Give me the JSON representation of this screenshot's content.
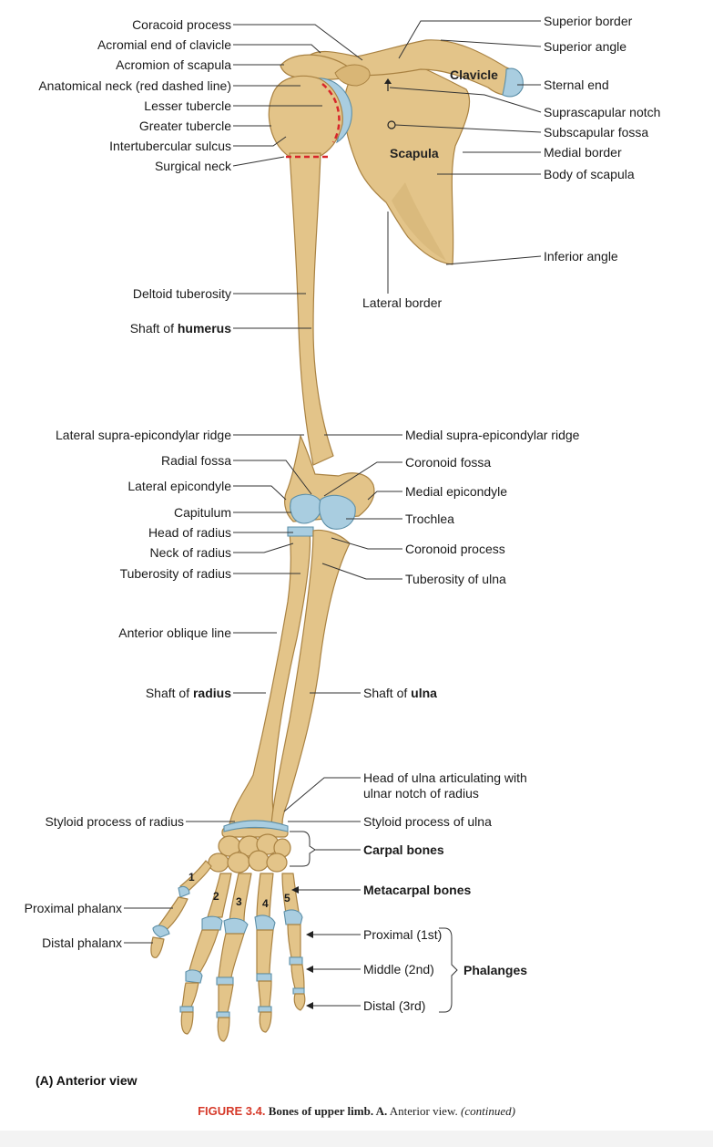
{
  "bone_titles": {
    "clavicle": "Clavicle",
    "scapula": "Scapula"
  },
  "left_labels": [
    {
      "id": "coracoid",
      "text": "Coracoid process"
    },
    {
      "id": "acromial-end",
      "text": "Acromial end of clavicle"
    },
    {
      "id": "acromion",
      "text": "Acromion of scapula"
    },
    {
      "id": "anat-neck",
      "text": "Anatomical neck (red dashed line)"
    },
    {
      "id": "lesser-tub",
      "text": "Lesser tubercle"
    },
    {
      "id": "greater-tub",
      "text": "Greater tubercle"
    },
    {
      "id": "intertub",
      "text": "Intertubercular sulcus"
    },
    {
      "id": "surg-neck",
      "text": "Surgical neck"
    },
    {
      "id": "deltoid",
      "text": "Deltoid tuberosity"
    },
    {
      "id": "lat-supra",
      "text": "Lateral supra-epicondylar ridge"
    },
    {
      "id": "radial-fossa",
      "text": "Radial fossa"
    },
    {
      "id": "lat-epi",
      "text": "Lateral epicondyle"
    },
    {
      "id": "capitulum",
      "text": "Capitulum"
    },
    {
      "id": "head-radius",
      "text": "Head of radius"
    },
    {
      "id": "neck-radius",
      "text": "Neck of radius"
    },
    {
      "id": "tub-radius",
      "text": "Tuberosity of radius"
    },
    {
      "id": "ant-oblique",
      "text": "Anterior oblique line"
    },
    {
      "id": "styloid-radius",
      "text": "Styloid process of radius"
    },
    {
      "id": "prox-phalanx",
      "text": "Proximal phalanx"
    },
    {
      "id": "dist-phalanx",
      "text": "Distal phalanx"
    }
  ],
  "shaft_humerus": {
    "prefix": "Shaft of ",
    "bold": "humerus"
  },
  "shaft_radius": {
    "prefix": "Shaft of ",
    "bold": "radius"
  },
  "shaft_ulna": {
    "prefix": "Shaft of ",
    "bold": "ulna"
  },
  "right_labels": [
    {
      "id": "sup-border",
      "text": "Superior border"
    },
    {
      "id": "sup-angle",
      "text": "Superior angle"
    },
    {
      "id": "sternal-end",
      "text": "Sternal end"
    },
    {
      "id": "suprascap",
      "text": "Suprascapular notch"
    },
    {
      "id": "subscap",
      "text": "Subscapular fossa"
    },
    {
      "id": "medial-border",
      "text": "Medial border"
    },
    {
      "id": "body-scap",
      "text": "Body of scapula"
    },
    {
      "id": "inf-angle",
      "text": "Inferior angle"
    },
    {
      "id": "lat-border",
      "text": "Lateral border"
    },
    {
      "id": "med-supra",
      "text": "Medial supra-epicondylar ridge"
    },
    {
      "id": "coronoid-fossa",
      "text": "Coronoid fossa"
    },
    {
      "id": "med-epi",
      "text": "Medial epicondyle"
    },
    {
      "id": "trochlea",
      "text": "Trochlea"
    },
    {
      "id": "coronoid-proc",
      "text": "Coronoid process"
    },
    {
      "id": "tub-ulna",
      "text": "Tuberosity of ulna"
    },
    {
      "id": "styloid-ulna",
      "text": "Styloid process of ulna"
    }
  ],
  "head_ulna": [
    "Head of ulna articulating with",
    "ulnar notch of radius"
  ],
  "carpal": "Carpal bones",
  "metacarpal": "Metacarpal bones",
  "phalanges": {
    "proximal": "Proximal (1st)",
    "middle": "Middle (2nd)",
    "distal": "Distal (3rd)",
    "group": "Phalanges"
  },
  "digits": [
    "1",
    "2",
    "3",
    "4",
    "5"
  ],
  "view_title": "(A) Anterior view",
  "caption": {
    "fig": "FIGURE 3.4.",
    "bold": "Bones of upper limb. A.",
    "rest": " Anterior view. ",
    "italic": "(continued)"
  }
}
